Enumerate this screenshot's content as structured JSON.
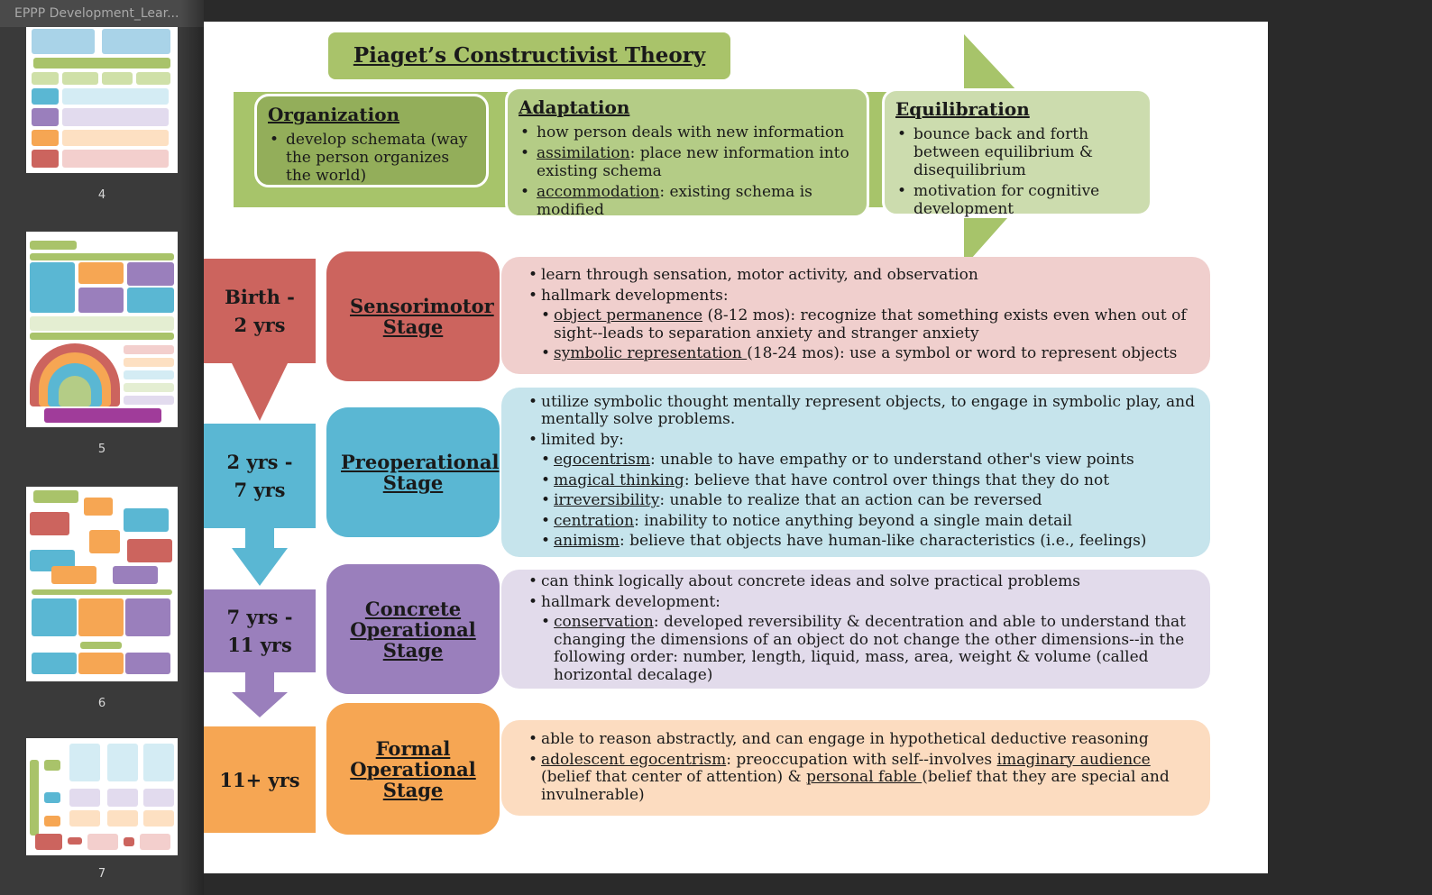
{
  "window": {
    "title": "EPPP Development_Lear..."
  },
  "sidebar": {
    "thumbnails": [
      {
        "page": "4"
      },
      {
        "page": "5"
      },
      {
        "page": "6"
      },
      {
        "page": "7"
      }
    ]
  },
  "slide": {
    "title": "Piaget’s Constructivist Theory",
    "organization": {
      "heading": "Organization",
      "bullets": [
        "develop schemata (way the person organizes the world)"
      ]
    },
    "adaptation": {
      "heading": "Adaptation",
      "b1": "how person deals with new information",
      "b2_term": "assimilation",
      "b2_rest": ": place new information into existing schema",
      "b3_term": "accommodation",
      "b3_rest": ": existing schema is modified"
    },
    "equilibration": {
      "heading": "Equilibration",
      "b1": "bounce back and forth between equilibrium & disequilibrium",
      "b2": "motivation for cognitive development"
    },
    "stages": [
      {
        "age": "Birth - 2 yrs",
        "name": "Sensorimotor Stage",
        "b1": "learn through sensation, motor activity, and observation",
        "b2": "hallmark developments:",
        "s1_term": "object permanence",
        "s1_rest": " (8-12 mos): recognize that something exists even when out of sight--leads to separation anxiety and stranger anxiety",
        "s2_term": "symbolic representation ",
        "s2_rest": "(18-24 mos): use a symbol or word to represent objects"
      },
      {
        "age": "2 yrs - 7 yrs",
        "name": "Preoperational Stage",
        "b1": "utilize symbolic thought mentally represent objects, to engage in symbolic play, and mentally solve problems.",
        "b2": "limited by:",
        "s1_term": "egocentrism",
        "s1_rest": ": unable to have empathy or to understand other's view points",
        "s2_term": "magical thinking",
        "s2_rest": ": believe that have control over things that they do not",
        "s3_term": "irreversibility",
        "s3_rest": ": unable to realize that an action can be reversed",
        "s4_term": "centration",
        "s4_rest": ": inability to notice anything beyond a single main detail",
        "s5_term": "animism",
        "s5_rest": ": believe that objects have human-like characteristics (i.e., feelings)"
      },
      {
        "age": "7 yrs - 11 yrs",
        "name": "Concrete Operational Stage",
        "b1": "can think logically about concrete ideas and solve practical problems",
        "b2": "hallmark development:",
        "s1_term": "conservation",
        "s1_rest": ": developed reversibility & decentration and able to understand that changing the dimensions of an object do not change the other dimensions--in the following order: number, length, liquid, mass, area, weight & volume (called horizontal decalage)"
      },
      {
        "age": "11+ yrs",
        "name": "Formal Operational Stage",
        "b1": "able to reason abstractly, and can engage in hypothetical deductive reasoning",
        "b2_term": "adolescent egocentrism",
        "b2_mid": ": preoccupation with self--involves ",
        "b2_term2": "imaginary audience ",
        "b2_mid2": "(belief that center of attention) & ",
        "b2_term3": "personal fable ",
        "b2_rest": "(belief that they are special and invulnerable)"
      }
    ]
  },
  "colors": {
    "green": "#a7c46a",
    "red": "#cc645e",
    "blue": "#5ab7d3",
    "purple": "#9a7fbc",
    "orange": "#f6a653"
  }
}
